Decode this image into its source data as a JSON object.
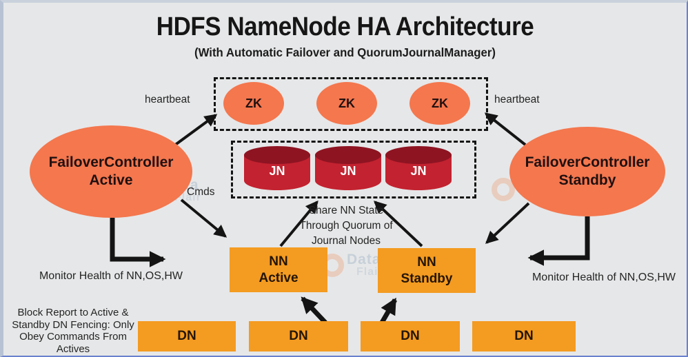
{
  "page": {
    "title": "HDFS NameNode HA Architecture",
    "subtitle": "(With Automatic Failover and QuorumJournalManager)"
  },
  "colors": {
    "background": "#e6e7e8",
    "node_salmon": "#f4774e",
    "node_orange": "#f49b21",
    "cylinder_red": "#c32230",
    "cylinder_top": "#8e1422",
    "arrow_black": "#141414",
    "frame_blue": "#b7c3d4"
  },
  "zookeeper": {
    "label": "ZK",
    "count": 3
  },
  "journal": {
    "label": "JN",
    "count": 3
  },
  "failover_active": {
    "line1": "FailoverController",
    "line2": "Active"
  },
  "failover_standby": {
    "line1": "FailoverController",
    "line2": "Standby"
  },
  "namenode_active": {
    "line1": "NN",
    "line2": "Active"
  },
  "namenode_standby": {
    "line1": "NN",
    "line2": "Standby"
  },
  "datanode": {
    "label": "DN",
    "count": 4
  },
  "annotations": {
    "heartbeat_left": "heartbeat",
    "heartbeat_right": "heartbeat",
    "cmds": "Cmds",
    "share_state_l1": "Share NN State",
    "share_state_l2": "Through Quorum of",
    "share_state_l3": "Journal Nodes",
    "monitor_left": "Monitor Health of NN,OS,HW",
    "monitor_right": "Monitor Health of NN,OS,HW",
    "block_report_l1": "Block Report to Active &",
    "block_report_l2": "Standby DN Fencing: Only",
    "block_report_l3": "Obey Commands From",
    "block_report_l4": "Actives"
  },
  "watermark": {
    "line1": "Data",
    "line2": "Flair"
  }
}
